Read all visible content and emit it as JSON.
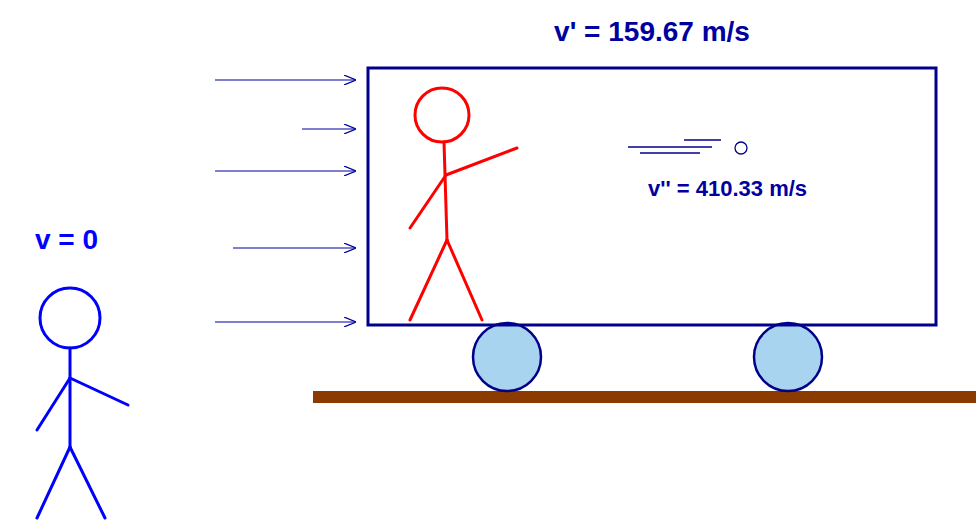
{
  "diagram": {
    "nodes": [
      {
        "text": [
          "v' = 159.67 m/s",
          "v'' = 410.33 m/s"
        ]
      }
    ],
    "labels": [
      "v = 0"
    ]
  }
}
